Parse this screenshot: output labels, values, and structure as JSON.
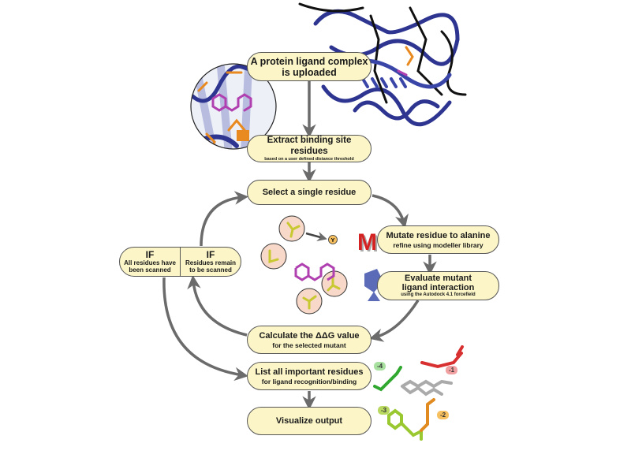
{
  "steps": {
    "upload": {
      "title_line1": "A protein ligand complex",
      "title_line2": "is uploaded"
    },
    "extract": {
      "title": "Extract binding site residues",
      "subtitle": "based on a user defined distance threshold"
    },
    "select": {
      "title": "Select a single residue"
    },
    "mutate": {
      "title": "Mutate residue to alanine",
      "subtitle": "refine using modeller library"
    },
    "evaluate": {
      "title_line1": "Evaluate mutant",
      "title_line2": "ligand interaction",
      "subtitle": "using the Autodock 4.1 forcefield"
    },
    "calculate": {
      "title": "Calculate the ΔΔG value",
      "subtitle": "for the selected mutant"
    },
    "list": {
      "title": "List all important residues",
      "subtitle": "for ligand recognition/binding"
    },
    "visualize": {
      "title": "Visualize output"
    }
  },
  "conditions": {
    "done": {
      "if": "IF",
      "line1": "All residues have",
      "line2": "been scanned"
    },
    "remain": {
      "if": "IF",
      "line1": "Residues remain",
      "line2": "to be scanned"
    }
  },
  "residue_label": "Y",
  "modeller_logo": "M",
  "rank_tags": [
    {
      "label": "-1",
      "color": "#f0a0a0"
    },
    {
      "label": "-2",
      "color": "#f6c060"
    },
    {
      "label": "-3",
      "color": "#b8d860"
    },
    {
      "label": "-4",
      "color": "#a8e0a0"
    }
  ],
  "colors": {
    "box_fill": "#fbf5c7",
    "arrow": "#6b6b6b",
    "protein": "#2e3590",
    "ligand": "#b040b0",
    "residue": "#e88a20"
  }
}
